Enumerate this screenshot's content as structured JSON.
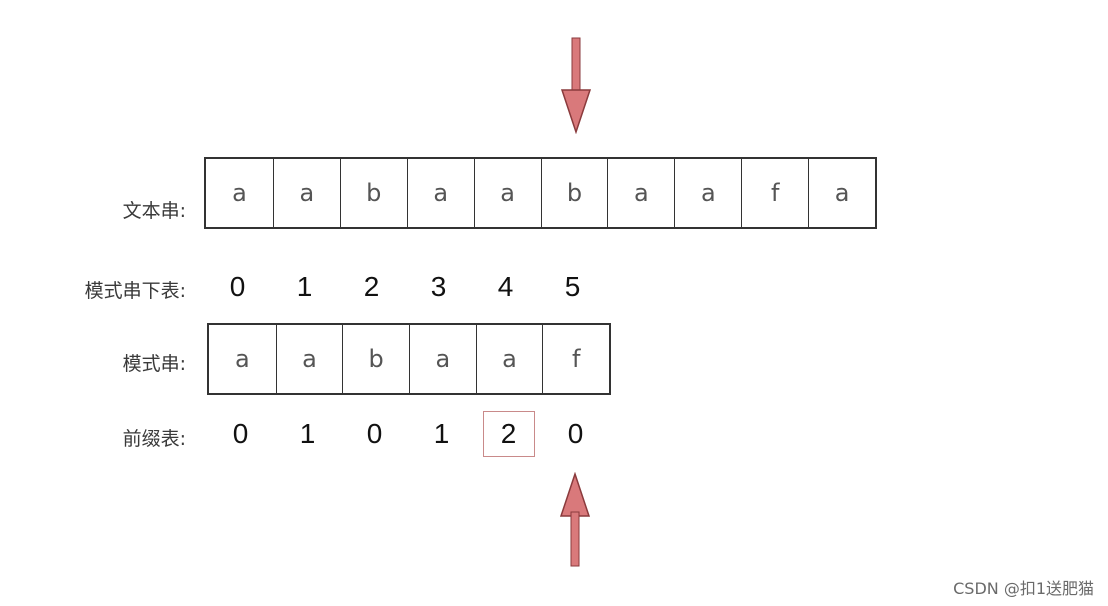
{
  "labels": {
    "text_string": "文本串:",
    "pattern_index": "模式串下表:",
    "pattern_string": "模式串:",
    "prefix_table": "前缀表:"
  },
  "text_chars": [
    "a",
    "a",
    "b",
    "a",
    "a",
    "b",
    "a",
    "a",
    "f",
    "a"
  ],
  "pattern_indices": [
    "0",
    "1",
    "2",
    "3",
    "4",
    "5"
  ],
  "pattern_chars": [
    "a",
    "a",
    "b",
    "a",
    "a",
    "f"
  ],
  "prefix_values": [
    "0",
    "1",
    "0",
    "1",
    "2",
    "0"
  ],
  "highlighted_prefix_index": 4,
  "arrows": {
    "top": "down",
    "bottom": "up",
    "color": "#d9797b",
    "stroke_color": "#8a3a3c"
  },
  "watermark": "CSDN @扣1送肥猫"
}
